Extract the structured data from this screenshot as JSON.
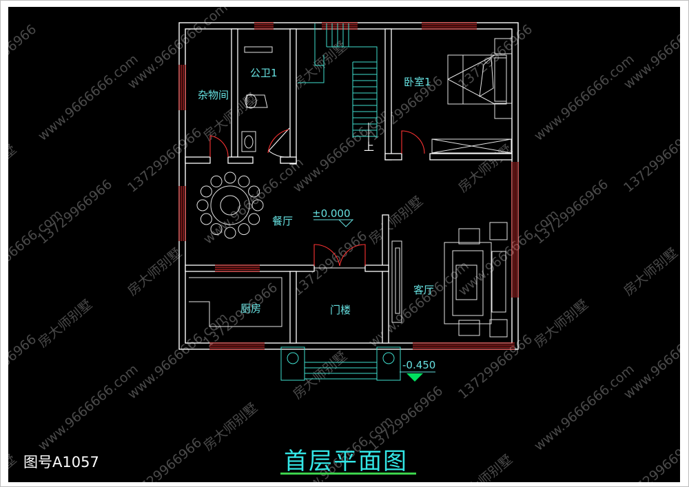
{
  "title": "首层平面图",
  "drawing_number": "图号A1057",
  "rooms": {
    "storage": "杂物间",
    "bathroom": "公卫1",
    "bedroom": "卧室1",
    "dining": "餐厅",
    "kitchen": "厨房",
    "entrance": "门楼",
    "living": "客厅"
  },
  "stair_label": "上",
  "elevations": {
    "floor": "±0.000",
    "entry": "-0.450"
  },
  "watermarks": {
    "phone": "13729966966",
    "site": "www.9666666.com",
    "brand": "房大师别墅"
  },
  "colors": {
    "background": "#000000",
    "wall": "#ffffff",
    "window": "#ff3333",
    "fixture": "#e6e6e6",
    "stair": "#40e0d0",
    "text": "#66e0e0",
    "title": "#33e6e6",
    "underline": "#3cd24c",
    "marker": "#00e060"
  }
}
